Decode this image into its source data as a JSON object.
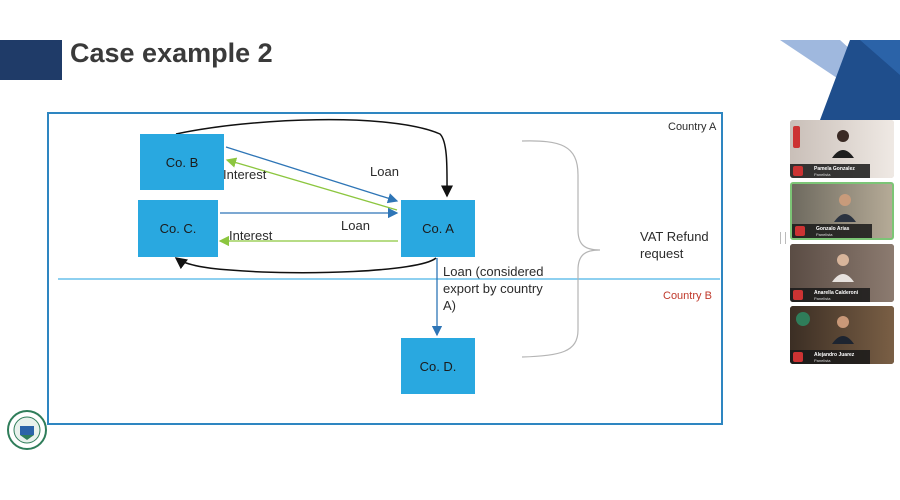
{
  "slide": {
    "title": "Case example 2",
    "regions": {
      "country_a": "Country A",
      "country_b": "Country B"
    },
    "entities": {
      "co_b": "Co. B",
      "co_c": "Co. C.",
      "co_a": "Co. A",
      "co_d": "Co. D."
    },
    "flows": {
      "loan_b": "Loan",
      "interest_b": "Interest",
      "loan_c": "Loan",
      "interest_c": "Interest",
      "loan_export": [
        "Loan (considered",
        "export by country",
        "A)"
      ]
    },
    "vat_note": [
      "VAT Refund",
      "request"
    ]
  },
  "participants": [
    {
      "name": "Pamela Gonzalez",
      "role": "Panelista"
    },
    {
      "name": "Gonzalo Arias",
      "role": "Panelista"
    },
    {
      "name": "Anarella Calderoni",
      "role": "Panelista"
    },
    {
      "name": "Alejandro Juarez",
      "role": "Panelista"
    }
  ],
  "colors": {
    "box": "#29a8e0",
    "frame": "#2e86c1",
    "blue_arrow": "#2e75b6",
    "green_arrow": "#8cc63f",
    "country_b_text": "#c0392b"
  }
}
